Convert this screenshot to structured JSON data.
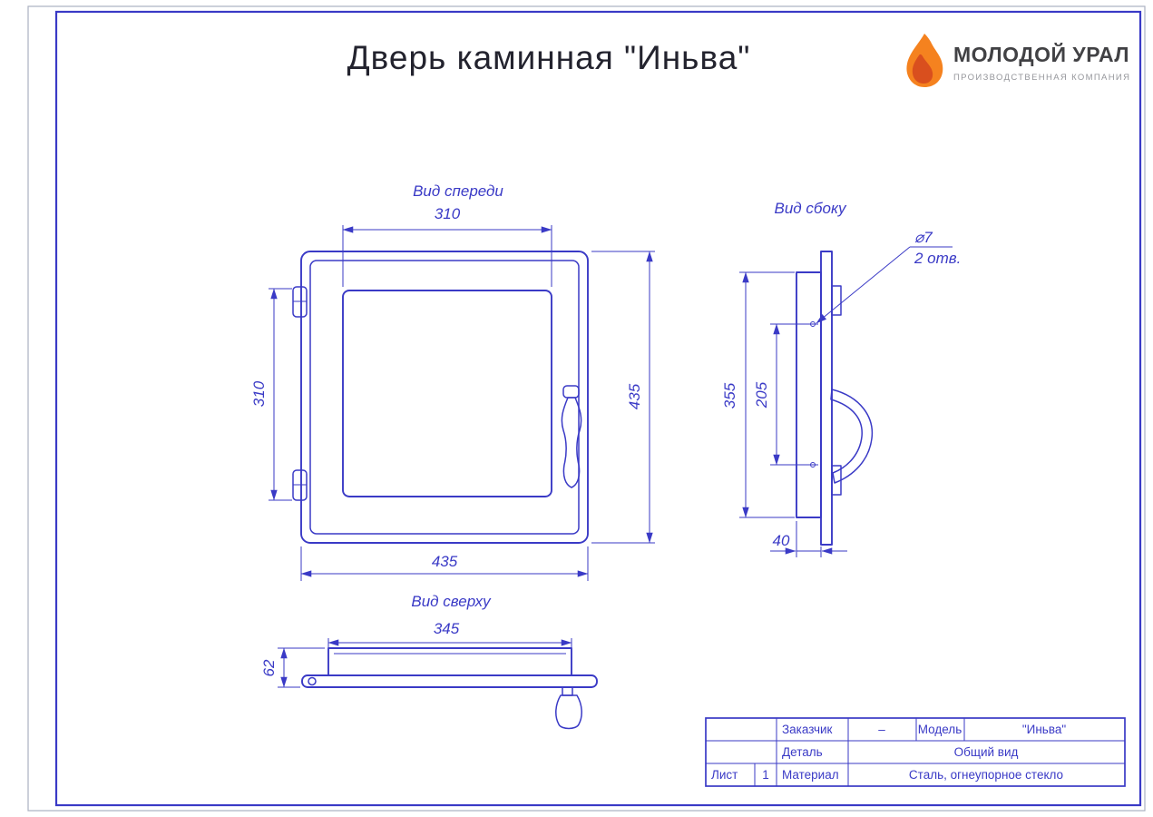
{
  "title": "Дверь каминная \"Иньва\"",
  "logo": {
    "name": "МОЛОДОЙ УРАЛ",
    "tagline": "ПРОИЗВОДСТВЕННАЯ КОМПАНИЯ"
  },
  "views": {
    "front": {
      "label": "Вид спереди",
      "dim_top": "310",
      "dim_left": "310",
      "dim_right": "435",
      "dim_bottom": "435"
    },
    "side": {
      "label": "Вид сбоку",
      "dim_height": "355",
      "dim_holes": "205",
      "dim_depth": "40",
      "callout_line1": "⌀7",
      "callout_line2": "2 отв."
    },
    "top": {
      "label": "Вид сверху",
      "dim_width": "345",
      "dim_depth": "62"
    }
  },
  "title_block": {
    "customer_label": "Заказчик",
    "customer_value": "–",
    "model_label": "Модель",
    "model_value": "\"Иньва\"",
    "part_label": "Деталь",
    "part_value": "Общий вид",
    "sheet_label": "Лист",
    "sheet_value": "1",
    "material_label": "Материал",
    "material_value": "Сталь, огнеупорное стекло"
  },
  "colors": {
    "line_blue": "#3a3ac6",
    "flame_orange": "#f5821f",
    "flame_inner": "#d94f1e"
  }
}
